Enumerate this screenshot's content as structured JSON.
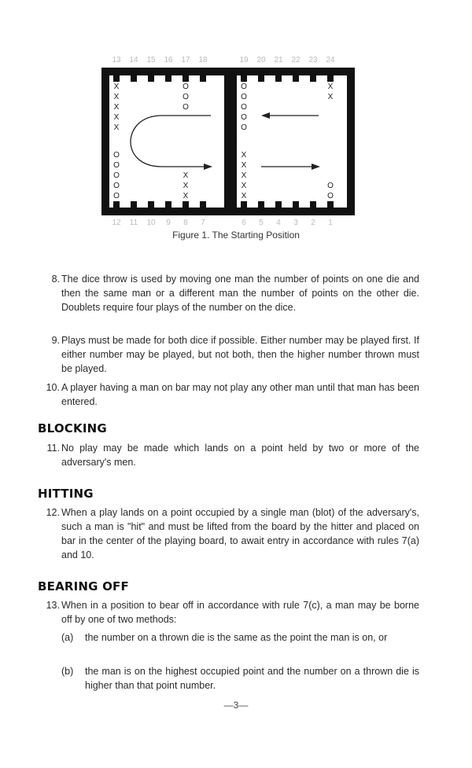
{
  "figure": {
    "caption": "Figure 1. The Starting Position",
    "top_left_numbers": [
      "13",
      "14",
      "15",
      "16",
      "17",
      "18"
    ],
    "top_right_numbers": [
      "19",
      "20",
      "21",
      "22",
      "23",
      "24"
    ],
    "bottom_left_numbers": [
      "12",
      "11",
      "10",
      "9",
      "8",
      "7"
    ],
    "bottom_right_numbers": [
      "6",
      "5",
      "4",
      "3",
      "2",
      "1"
    ],
    "colors": {
      "board": "#111111",
      "ink": "#222222",
      "faint": "#bbbbbb"
    }
  },
  "rules": [
    {
      "number": "8.",
      "text": "The dice throw is used by moving one man the number of points on one die and then the same man or a different man the number of points on the other die. Doublets require four plays of the number on the dice."
    },
    {
      "number": "9.",
      "text": "Plays must be made for both dice if possible. Either number may be played first. If either number may be played, but not both, then the higher number thrown must be played."
    },
    {
      "number": "10.",
      "text": "A player having a man on bar may not play any other man until that man has been entered."
    }
  ],
  "sections": [
    {
      "heading": "BLOCKING",
      "number": "11.",
      "text": "No play may be made which lands on a point held by two or more of the adversary's men."
    },
    {
      "heading": "HITTING",
      "number": "12.",
      "text": "When a play lands on a point occupied by a single man (blot) of the adversary's, such a man is \"hit\" and must be lifted from the board by the hitter and placed on bar in the center of the playing board, to await entry in accordance with rules 7(a) and 10."
    },
    {
      "heading": "BEARING OFF",
      "number": "13.",
      "text": "When in a position to bear off in accordance with rule 7(c), a man may be borne off by one of two methods:"
    }
  ],
  "subitems": [
    {
      "label": "(a)",
      "text": "the number on a thrown die is the same as the point the man is on, or"
    },
    {
      "label": "(b)",
      "text": "the man is on the highest occupied point and the number on a thrown die is higher than that point number."
    }
  ],
  "page_number": "—3—"
}
